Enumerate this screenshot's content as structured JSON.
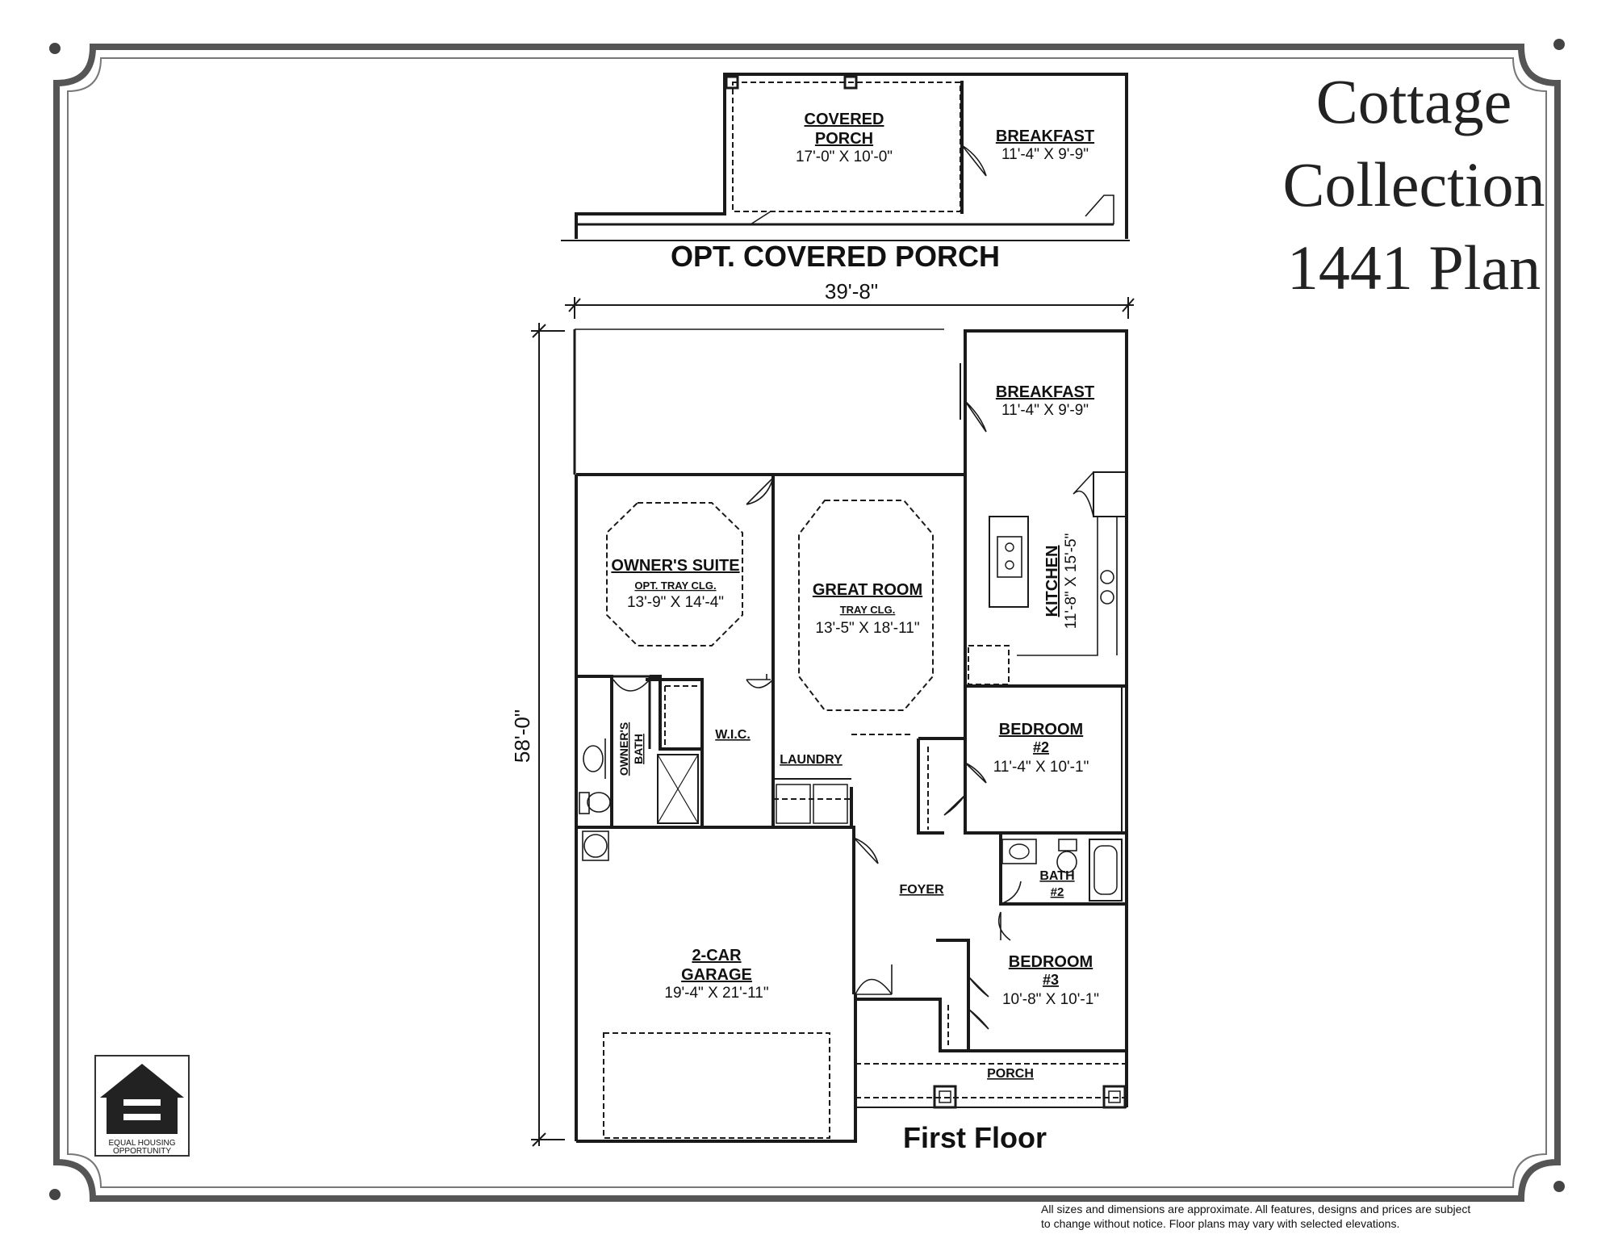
{
  "header": {
    "line1": "Cottage",
    "line2": "Collection",
    "line3": "1441 Plan"
  },
  "porch_option": {
    "title": "OPT. COVERED PORCH",
    "covered_porch_l1": "COVERED",
    "covered_porch_l2": "PORCH",
    "covered_porch_dim": "17'-0\" X 10'-0\"",
    "breakfast": "BREAKFAST",
    "breakfast_dim": "11'-4\" X 9'-9\""
  },
  "dimensions": {
    "width": "39'-8\"",
    "depth": "58'-0\""
  },
  "rooms": {
    "breakfast": "BREAKFAST",
    "breakfast_dim": "11'-4\" X 9'-9\"",
    "owners_suite": "OWNER'S SUITE",
    "owners_suite_note": "OPT. TRAY CLG.",
    "owners_suite_dim": "13'-9\" X 14'-4\"",
    "great_room": "GREAT ROOM",
    "great_room_note": "TRAY CLG.",
    "great_room_dim": "13'-5\" X 18'-11\"",
    "kitchen": "KITCHEN",
    "kitchen_dim": "11'-8\" X 15'-5\"",
    "owners_bath_l1": "OWNER'S",
    "owners_bath_l2": "BATH",
    "wic": "W.I.C.",
    "laundry": "LAUNDRY",
    "bedroom2_l1": "BEDROOM",
    "bedroom2_l2": "#2",
    "bedroom2_dim": "11'-4\" X 10'-1\"",
    "bath2_l1": "BATH",
    "bath2_l2": "#2",
    "foyer": "FOYER",
    "garage_l1": "2-CAR",
    "garage_l2": "GARAGE",
    "garage_dim": "19'-4\" X 21'-11\"",
    "bedroom3_l1": "BEDROOM",
    "bedroom3_l2": "#3",
    "bedroom3_dim": "10'-8\" X 10'-1\"",
    "porch": "PORCH"
  },
  "floor_title": "First Floor",
  "logo": {
    "text_l1": "EQUAL HOUSING",
    "text_l2": "OPPORTUNITY"
  },
  "disclaimer": {
    "line1": "All sizes and dimensions are approximate. All features, designs and prices are subject",
    "line2": "to change without notice. Floor plans may vary with selected elevations."
  }
}
